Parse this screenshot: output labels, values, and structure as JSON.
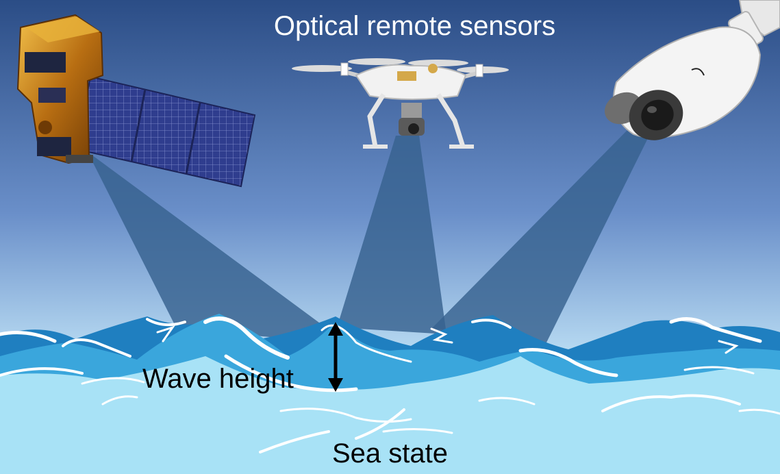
{
  "labels": {
    "title": "Optical remote sensors",
    "wave_height": "Wave height",
    "sea_state": "Sea state"
  },
  "sensors": [
    "satellite",
    "drone",
    "surveillance-camera"
  ],
  "colors": {
    "sky_top": "#2b4d86",
    "sky_mid": "#6a8fc9",
    "sky_bottom": "#dff1fb",
    "beam": "#37618f",
    "wave_dark": "#1f7fc0",
    "wave_mid": "#3aa6dc",
    "sea_light": "#a8e2f6",
    "foam": "#ffffff",
    "title_text": "#ffffff",
    "label_text": "#000000"
  }
}
